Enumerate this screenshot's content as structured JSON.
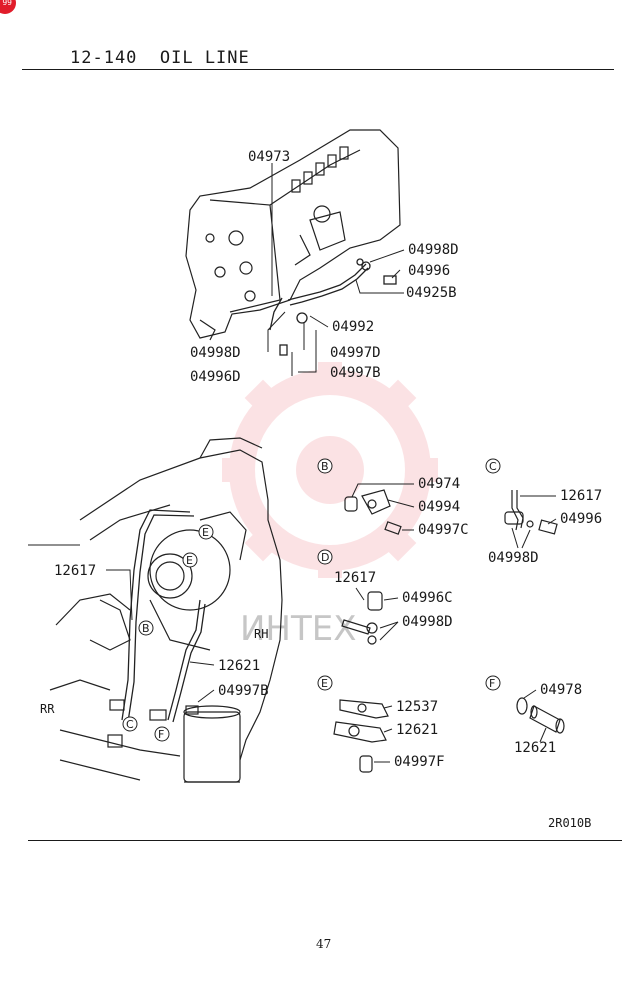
{
  "header": {
    "title": "12-140  OIL LINE"
  },
  "badge": "99",
  "footer": {
    "ref_code": "2R010B",
    "page_number": "47"
  },
  "watermark": {
    "text": "ИНТЕХ",
    "color": "#e11d2b"
  },
  "top_assembly": {
    "labels": [
      "04973",
      "04998D",
      "04996",
      "04925B",
      "04992",
      "04998D",
      "04997D",
      "04996D",
      "04997B"
    ]
  },
  "main_assembly": {
    "labels": [
      "12617",
      "12621",
      "04997B"
    ],
    "side_labels": {
      "rh": "RH",
      "rr": "RR"
    }
  },
  "detail_b": {
    "letter": "B",
    "labels": [
      "04974",
      "04994",
      "04997C"
    ]
  },
  "detail_c": {
    "letter": "C",
    "labels": [
      "12617",
      "04996",
      "04998D"
    ]
  },
  "detail_d": {
    "letter": "D",
    "labels": [
      "12617",
      "04996C",
      "04998D"
    ]
  },
  "detail_e": {
    "letter": "E",
    "labels": [
      "12537",
      "12621",
      "04997F"
    ]
  },
  "detail_f": {
    "letter": "F",
    "labels": [
      "04978",
      "12621"
    ]
  },
  "callouts": [
    "B",
    "C",
    "D",
    "E",
    "F"
  ]
}
